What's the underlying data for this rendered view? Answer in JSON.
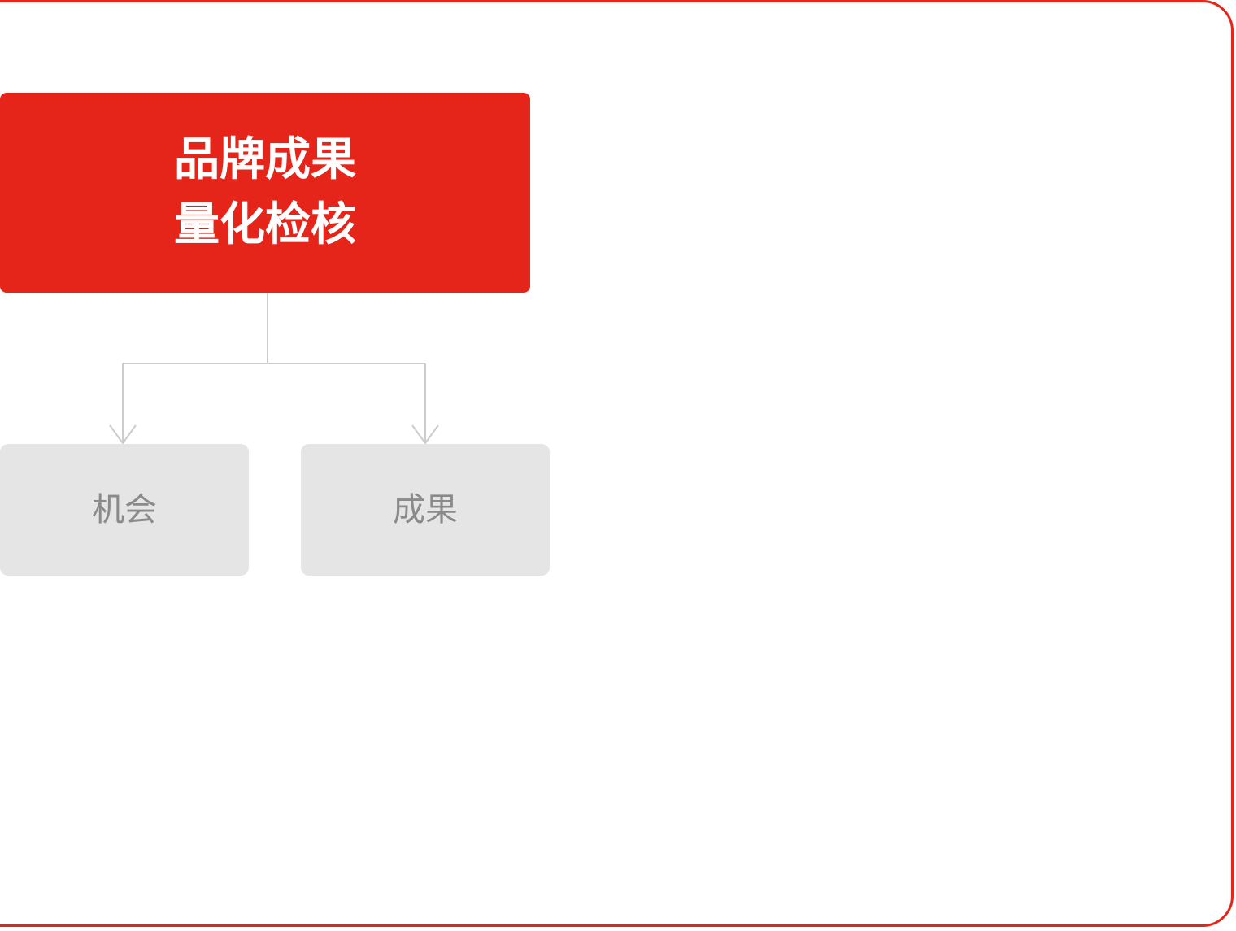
{
  "diagram": {
    "root": {
      "line1": "品牌成果",
      "line2": "量化检核"
    },
    "children": [
      {
        "label": "机会"
      },
      {
        "label": "成果"
      }
    ]
  },
  "colors": {
    "accent": "#e5251a",
    "child_bg": "#e5e5e5",
    "child_text": "#8a8a8a",
    "connector": "#cccccc"
  }
}
